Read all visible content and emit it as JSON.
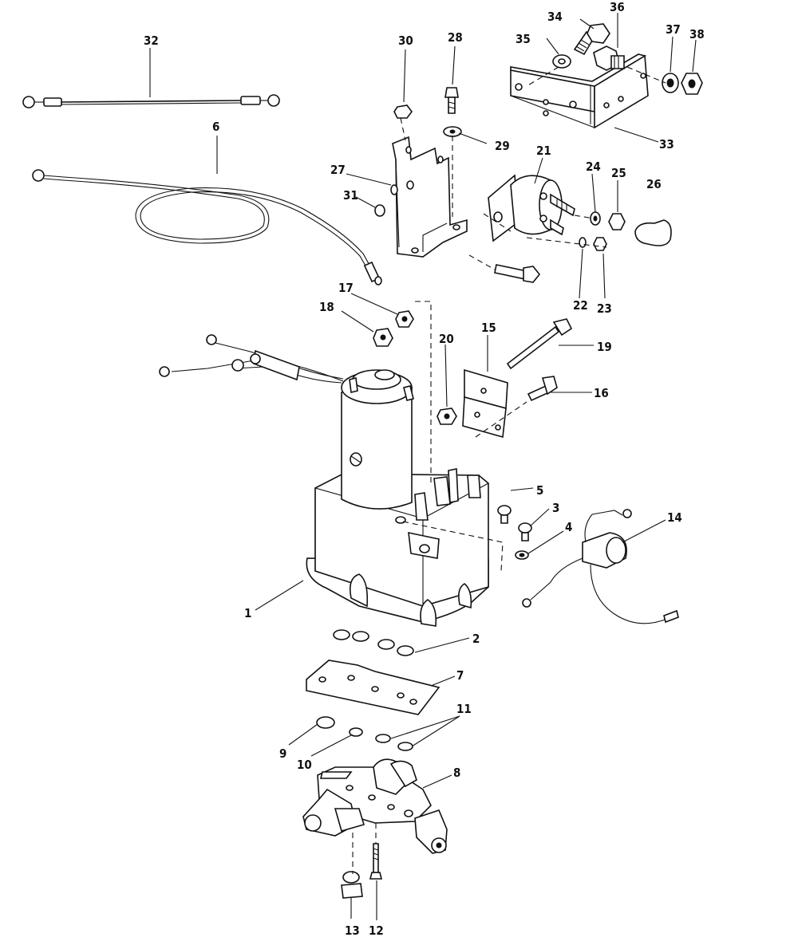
{
  "labels": {
    "p1": "1",
    "p2": "2",
    "p3": "3",
    "p4": "4",
    "p5": "5",
    "p6": "6",
    "p7": "7",
    "p8": "8",
    "p9": "9",
    "p10": "10",
    "p11": "11",
    "p12": "12",
    "p13": "13",
    "p14": "14",
    "p15": "15",
    "p16": "16",
    "p17": "17",
    "p18": "18",
    "p19": "19",
    "p20": "20",
    "p21": "21",
    "p22": "22",
    "p23": "23",
    "p24": "24",
    "p25": "25",
    "p26": "26",
    "p27": "27",
    "p28": "28",
    "p29": "29",
    "p30": "30",
    "p31": "31",
    "p32": "32",
    "p33": "33",
    "p34": "34",
    "p35": "35",
    "p36": "36",
    "p37": "37",
    "p38": "38"
  }
}
